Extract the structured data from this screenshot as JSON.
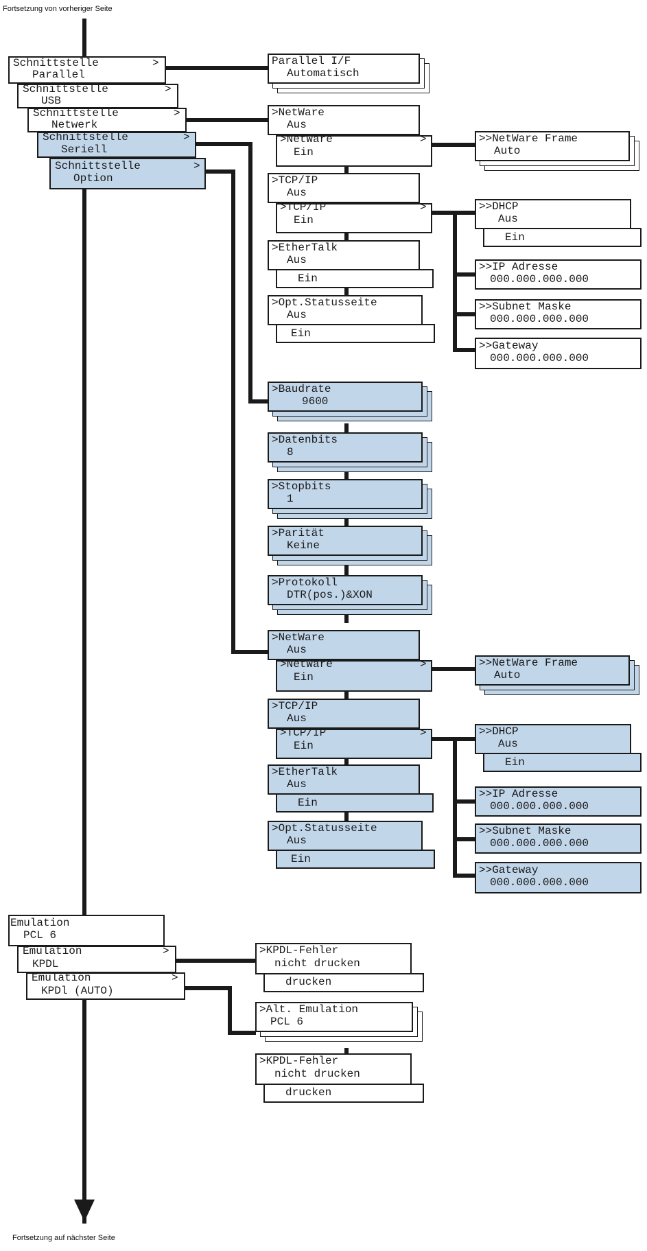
{
  "page": {
    "top_note": "Fortsetzung von vorheriger Seite",
    "bottom_note": "Fortsetzung auf nächster Seite"
  },
  "colors": {
    "line": "#1a1a1a",
    "panel_white": "#ffffff",
    "panel_blue": "#c2d6ea"
  },
  "interface_menu": {
    "parallel": {
      "line1": "Schnittstelle",
      "line2": "Parallel",
      "chevron": ">"
    },
    "usb": {
      "line1": "Schnittstelle",
      "line2": "USB",
      "chevron": ">"
    },
    "network": {
      "line1": "Schnittstelle",
      "line2": "Netwerk",
      "chevron": ">"
    },
    "serial": {
      "line1": "Schnittstelle",
      "line2": "Seriell",
      "chevron": ">"
    },
    "option": {
      "line1": "Schnittstelle",
      "line2": "Option",
      "chevron": ">"
    }
  },
  "parallel_if": {
    "line1": "Parallel I/F",
    "line2": "Automatisch"
  },
  "network_settings": {
    "netware": {
      "line1": ">NetWare",
      "line2": "Aus",
      "line3": ">NetWare",
      "line4": "Ein",
      "chevron": ">"
    },
    "netware_frame": {
      "line1": ">>NetWare Frame",
      "line2": "Auto"
    },
    "tcpip": {
      "line1": ">TCP/IP",
      "line2": "Aus",
      "line3": ">TCP/IP",
      "line4": "Ein",
      "chevron": ">"
    },
    "dhcp": {
      "line1": ">>DHCP",
      "line2": "Aus",
      "line3": "Ein"
    },
    "ip_address": {
      "line1": ">>IP Adresse",
      "line2": "000.000.000.000"
    },
    "subnet_mask": {
      "line1": ">>Subnet Maske",
      "line2": "000.000.000.000"
    },
    "gateway": {
      "line1": ">>Gateway",
      "line2": "000.000.000.000"
    },
    "ethertalk": {
      "line1": ">EtherTalk",
      "line2": "Aus",
      "line3": "Ein"
    },
    "status_page": {
      "line1": ">Opt.Statusseite",
      "line2": "Aus",
      "line3": "Ein"
    }
  },
  "serial_settings": {
    "baud_rate": {
      "line1": ">Baudrate",
      "line2": "9600"
    },
    "data_bits": {
      "line1": ">Datenbits",
      "line2": "8"
    },
    "stop_bits": {
      "line1": ">Stopbits",
      "line2": "1"
    },
    "parity": {
      "line1": ">Parität",
      "line2": "Keine"
    },
    "protocol": {
      "line1": ">Protokoll",
      "line2": "DTR(pos.)&XON"
    }
  },
  "option_settings": {
    "netware": {
      "line1": ">NetWare",
      "line2": "Aus",
      "line3": ">NetWare",
      "line4": "Ein",
      "chevron": ">"
    },
    "netware_frame": {
      "line1": ">>NetWare Frame",
      "line2": "Auto"
    },
    "tcpip": {
      "line1": ">TCP/IP",
      "line2": "Aus",
      "line3": ">TCP/IP",
      "line4": "Ein",
      "chevron": ">"
    },
    "dhcp": {
      "line1": ">>DHCP",
      "line2": "Aus",
      "line3": "Ein"
    },
    "ip_address": {
      "line1": ">>IP Adresse",
      "line2": "000.000.000.000"
    },
    "subnet_mask": {
      "line1": ">>Subnet Maske",
      "line2": "000.000.000.000"
    },
    "gateway": {
      "line1": ">>Gateway",
      "line2": "000.000.000.000"
    },
    "ethertalk": {
      "line1": ">EtherTalk",
      "line2": "Aus",
      "line3": "Ein"
    },
    "status_page": {
      "line1": ">Opt.Statusseite",
      "line2": "Aus",
      "line3": "Ein"
    }
  },
  "emulation_menu": {
    "pcl6": {
      "line1": "Emulation",
      "line2": "PCL 6"
    },
    "kpdl": {
      "line1": "Emulation",
      "line2": "KPDL",
      "chevron": ">"
    },
    "kpdl_auto": {
      "line1": "Emulation",
      "line2": "KPDl (AUTO)",
      "chevron": ">"
    }
  },
  "kpdl_settings": {
    "error_print": {
      "line1": ">KPDL-Fehler",
      "line2": "nicht drucken",
      "line3": "drucken"
    }
  },
  "kpdl_auto_settings": {
    "alt_emulation": {
      "line1": ">Alt. Emulation",
      "line2": "PCL 6"
    },
    "error_print": {
      "line1": ">KPDL-Fehler",
      "line2": "nicht drucken",
      "line3": "drucken"
    }
  }
}
